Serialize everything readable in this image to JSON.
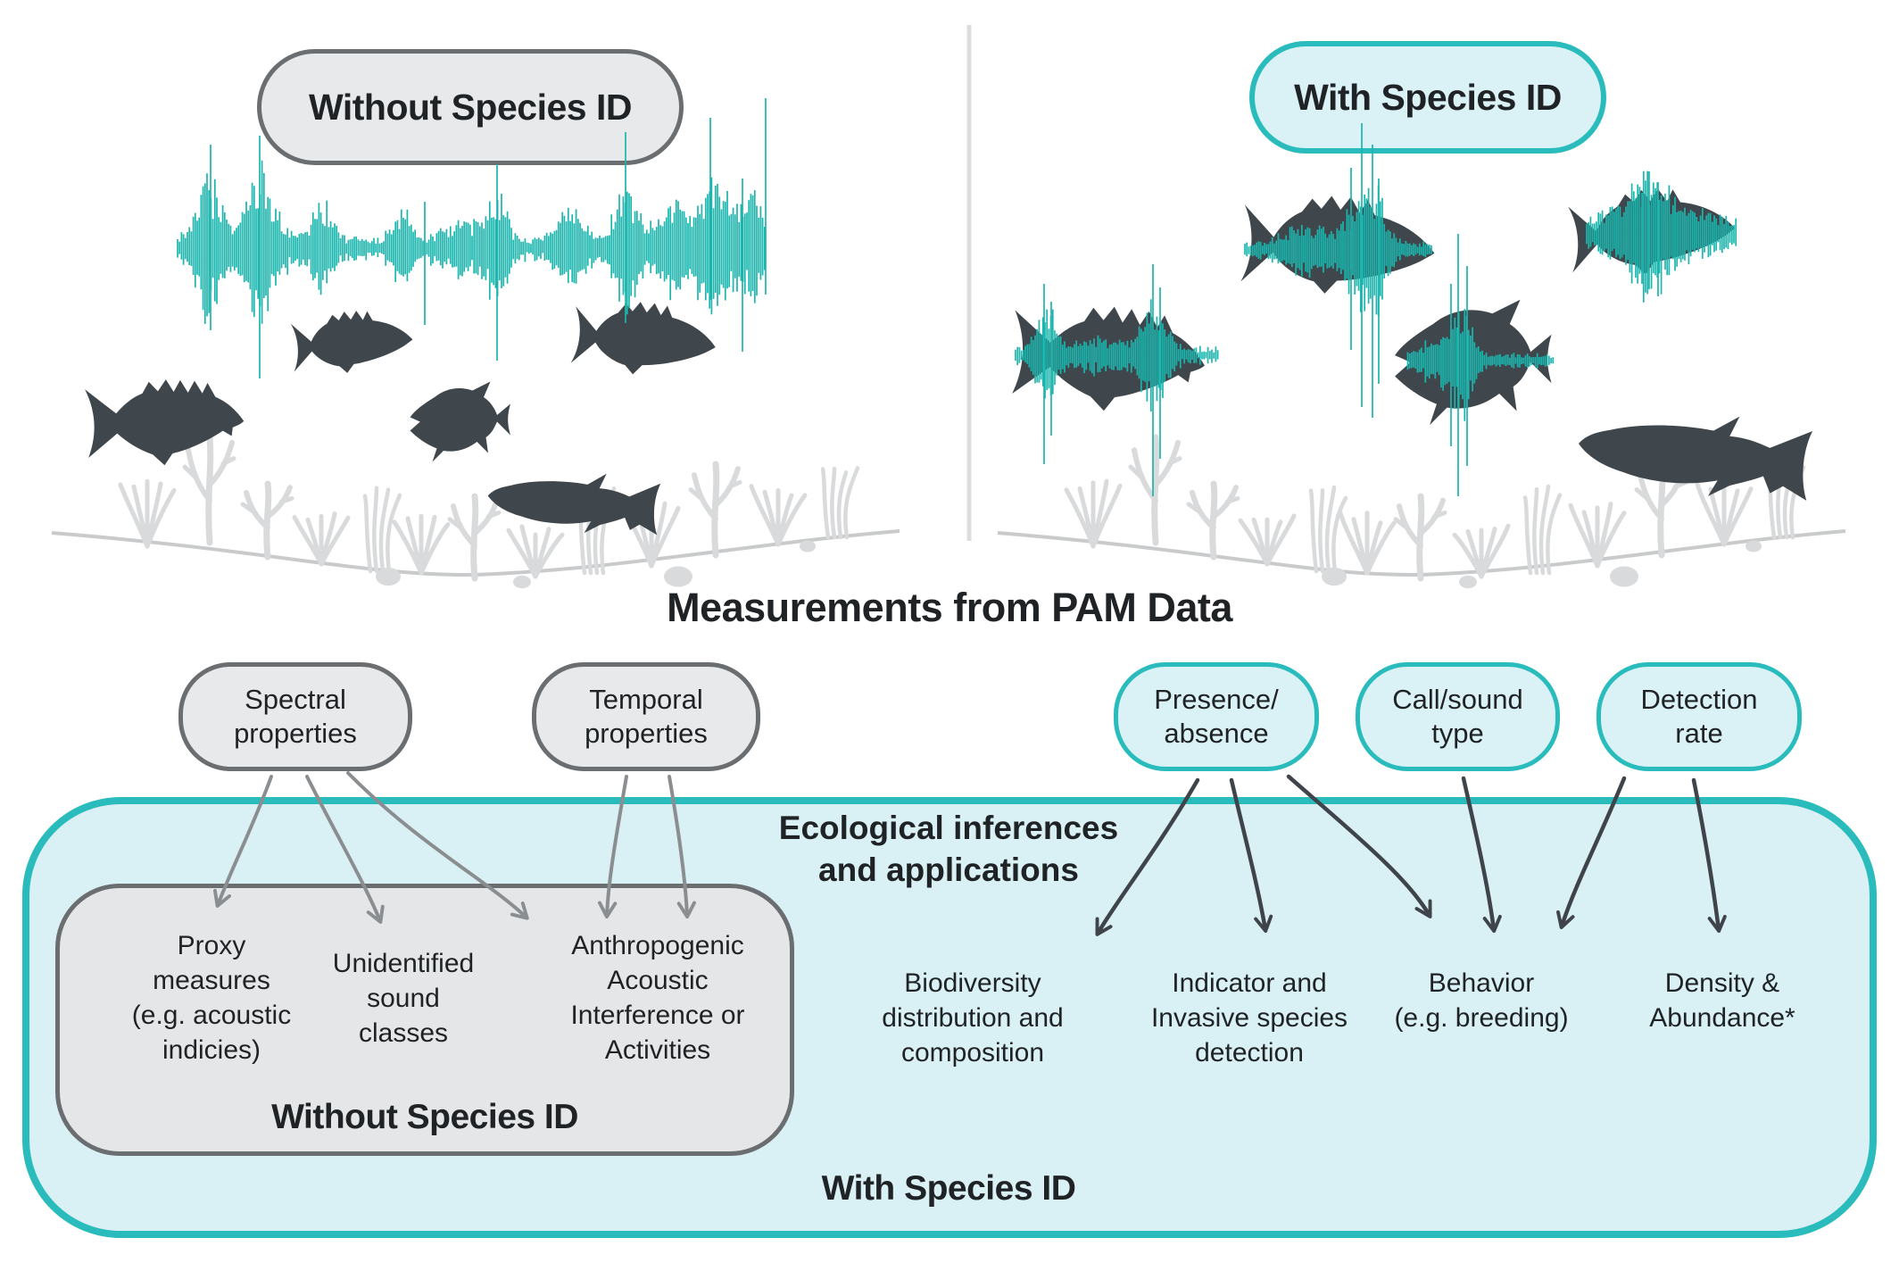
{
  "scenes": {
    "left_label": "Without Species ID",
    "right_label": "With Species ID"
  },
  "measurements": {
    "title": "Measurements from PAM Data",
    "pills": [
      {
        "label": [
          "Spectral",
          "properties"
        ],
        "style": "gray"
      },
      {
        "label": [
          "Temporal",
          "properties"
        ],
        "style": "gray"
      },
      {
        "label": [
          "Presence/",
          "absence"
        ],
        "style": "teal"
      },
      {
        "label": [
          "Call/sound",
          "type"
        ],
        "style": "teal"
      },
      {
        "label": [
          "Detection",
          "rate"
        ],
        "style": "teal"
      }
    ]
  },
  "inferences": {
    "heading": [
      "Ecological inferences",
      "and applications"
    ],
    "without_species_box": {
      "items": [
        [
          "Proxy",
          "measures",
          "(e.g. acoustic",
          "indicies)"
        ],
        [
          "Unidentified",
          "sound",
          "classes"
        ],
        [
          "Anthropogenic",
          "Acoustic",
          "Interference or",
          "Activities"
        ]
      ],
      "label": "Without Species ID"
    },
    "with_species_items": [
      [
        "Biodiversity",
        "distribution and",
        "composition"
      ],
      [
        "Indicator and",
        "Invasive species",
        "detection"
      ],
      [
        "Behavior",
        "(e.g. breeding)"
      ],
      [
        "Density &",
        "Abundance*"
      ]
    ],
    "with_species_label": "With Species ID"
  },
  "colors": {
    "teal_accent": "#2abcbc",
    "teal_fill": "#daf1f5",
    "container_fill": "#d9f0f4",
    "waveform_teal": "#1cb5ae",
    "gray_border": "#6b6e71",
    "gray_fill": "#e8e9ea",
    "inner_box_fill": "#e5e6e7",
    "fish": "#3f474c",
    "coral": "#d9dadb",
    "floor_line": "#c9cacb",
    "divider": "#dcdddd",
    "arrow_gray": "#8b8e91",
    "arrow_dark": "#3e444a",
    "text": "#1f2326"
  }
}
